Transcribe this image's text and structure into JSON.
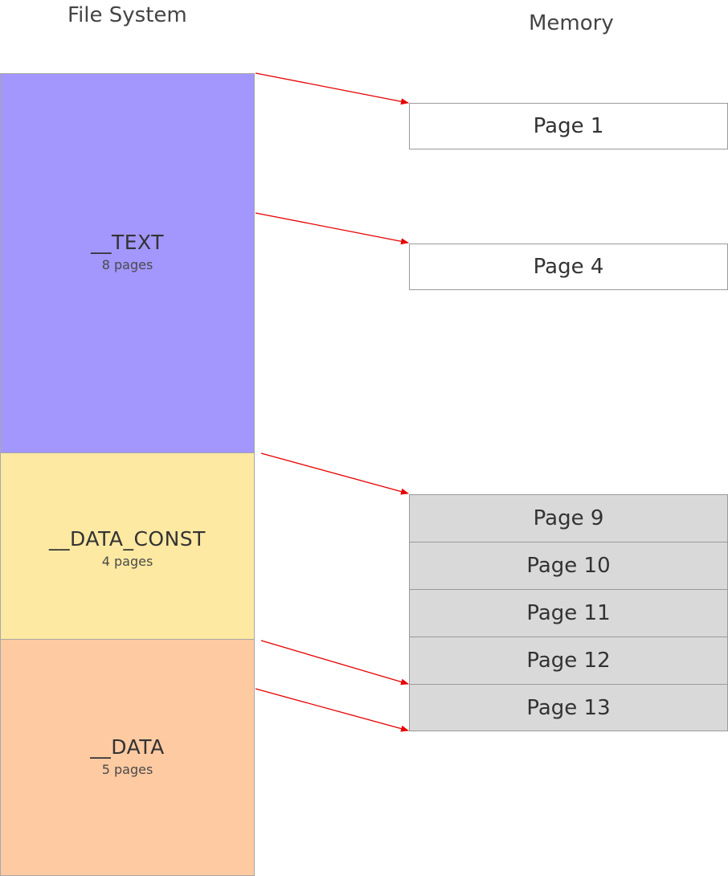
{
  "headings": {
    "file_system": "File System",
    "memory": "Memory"
  },
  "colors": {
    "text_segment": "#a396fd",
    "data_const_segment": "#fee9a2",
    "data_segment": "#fecaa2",
    "mapped_page": "#ffffff",
    "resident_page": "#d9d9d9",
    "arrow": "#e60000"
  },
  "segments": [
    {
      "name": "__TEXT",
      "pages": "8 pages"
    },
    {
      "name": "__DATA_CONST",
      "pages": "4 pages"
    },
    {
      "name": "__DATA",
      "pages": "5 pages"
    }
  ],
  "memory_pages": [
    {
      "label": "Page 1"
    },
    {
      "label": "Page 4"
    },
    {
      "label": "Page 9"
    },
    {
      "label": "Page 10"
    },
    {
      "label": "Page 11"
    },
    {
      "label": "Page 12"
    },
    {
      "label": "Page 13"
    }
  ]
}
